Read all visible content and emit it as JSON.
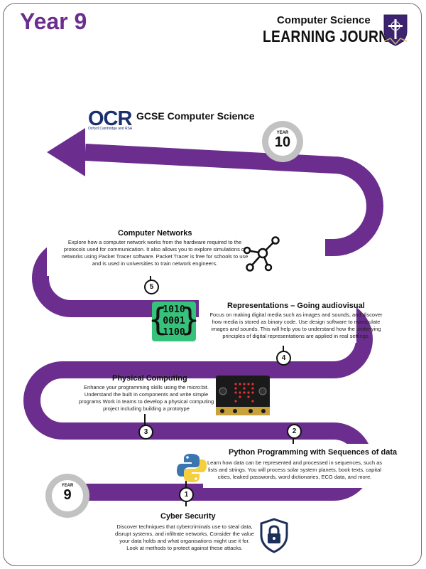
{
  "header": {
    "year_title": "Year 9",
    "subject": "Computer Science",
    "journey": "LEARNING JOURNEY",
    "school_crest_icon": "school-crest-icon"
  },
  "colors": {
    "path": "#6b2d8e",
    "title": "#6b2d8e",
    "badge_ring": "#c2c2c2",
    "binary_bg": "#36c27a"
  },
  "gcse": {
    "ocr_logo": "OCR",
    "ocr_subtitle": "Oxford Cambridge and RSA",
    "title": "GCSE Computer Science"
  },
  "badges": {
    "end": {
      "label": "YEAR",
      "number": "10"
    },
    "start": {
      "label": "YEAR",
      "number": "9"
    }
  },
  "topics": [
    {
      "step": "1",
      "title": "Cyber Security",
      "icon": "padlock-shield-icon",
      "lines": [
        "Discover techniques that cybercriminals use to steal data,",
        "disrupt systems, and infiltrate networks. Consider the value",
        "your data holds and what organisations might use it for.",
        "Look at methods to protect against these attacks."
      ]
    },
    {
      "step": "2",
      "title": "Python Programming with Sequences of data",
      "icon": "python-logo-icon",
      "lines": [
        "Learn how data can be represented and processed in sequences, such as",
        "lists and strings. You will process solar system planets, book texts, capital",
        "cities, leaked passwords, word dictionaries, ECG data, and more."
      ]
    },
    {
      "step": "3",
      "title": "Physical Computing",
      "icon": "microbit-icon",
      "lines": [
        "Enhance your programming skills using the micro:bit.",
        "Understand the built in components and write simple",
        "programs  Work in teams to develop a physical computing",
        "project including building a prototype"
      ]
    },
    {
      "step": "4",
      "title": "Representations – Going audiovisual",
      "icon": "binary-code-icon",
      "binary": [
        "1010",
        "0001",
        "1100"
      ],
      "lines": [
        "Focus on making digital media such as images and sounds, and discover",
        "how media is stored as binary code. Use design software to manipulate",
        "images and sounds. This will help you to understand how the underlying",
        "principles of digital representations are applied in real settings."
      ]
    },
    {
      "step": "5",
      "title": "Computer Networks",
      "icon": "network-nodes-icon",
      "lines": [
        "Explore how a computer network works from the hardware required to the",
        "protocols used for communication. It also allows you to explore simulations of",
        "networks using Packet Tracer software. Packet Tracer is free for schools to use",
        "and is used in universities to train network engineers."
      ]
    }
  ]
}
